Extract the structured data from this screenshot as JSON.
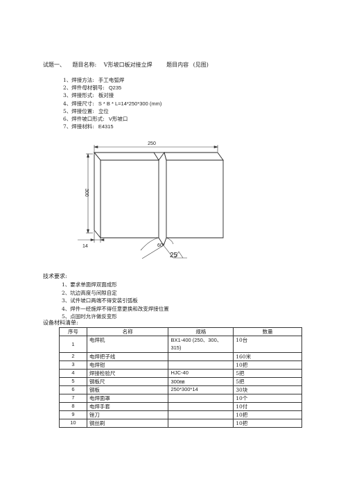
{
  "title": {
    "label": "试题一、",
    "name_label": "题目名称:",
    "name_value": "V形坡口板对接立焊",
    "content_label": "题目内容",
    "content_value": "(见图)"
  },
  "info": [
    {
      "k": "1、焊接方法:",
      "v": "手工电弧焊"
    },
    {
      "k": "2、焊件母材钢号:",
      "v": "Q235"
    },
    {
      "k": "3、焊接形式:",
      "v": "板对接"
    },
    {
      "k": "4、焊接尺寸:",
      "v": "S * B * L=14*250*300 (mm)"
    },
    {
      "k": "5、焊接位置:",
      "v": "立位"
    },
    {
      "k": "6、焊件坡口形式:",
      "v": "V形坡口"
    },
    {
      "k": "7、焊接材料:",
      "v": "E4315"
    }
  ],
  "drawing": {
    "dim_width": "250",
    "dim_height": "300",
    "dim_thickness": "14",
    "dim_angle": "60°",
    "dim_weld": "25"
  },
  "requirements": {
    "heading": "技术要求:",
    "items": [
      "1、要求单面焊双面成形",
      "2、坑边高度与间隙自定",
      "3、试件坡口两端不得安装引弧板",
      "4、焊件一经施焊不得任意更换和改变焊接位置",
      "5、点固时允许做反变形"
    ]
  },
  "materials": {
    "heading": "设备材料清单:",
    "columns": [
      "序号",
      "名称",
      "规格",
      "数量"
    ],
    "rows": [
      [
        "1",
        "电焊机",
        "BX1-400 (250、300、315)",
        "10台"
      ],
      [
        "2",
        "电焊把子线",
        "",
        "160米"
      ],
      [
        "3",
        "电焊钳",
        "",
        "10把"
      ],
      [
        "4",
        "焊接检验尺",
        "HJC-40",
        "5把"
      ],
      [
        "5",
        "钢板尺",
        "300㎜",
        "5把"
      ],
      [
        "6",
        "钢板",
        "250*300*14",
        "30块"
      ],
      [
        "7",
        "电焊面罩",
        "",
        "10个"
      ],
      [
        "8",
        "电焊手套",
        "",
        "10付"
      ],
      [
        "9",
        "锉刀",
        "",
        "10把"
      ],
      [
        "10",
        "钢丝刷",
        "",
        "10把"
      ]
    ]
  }
}
